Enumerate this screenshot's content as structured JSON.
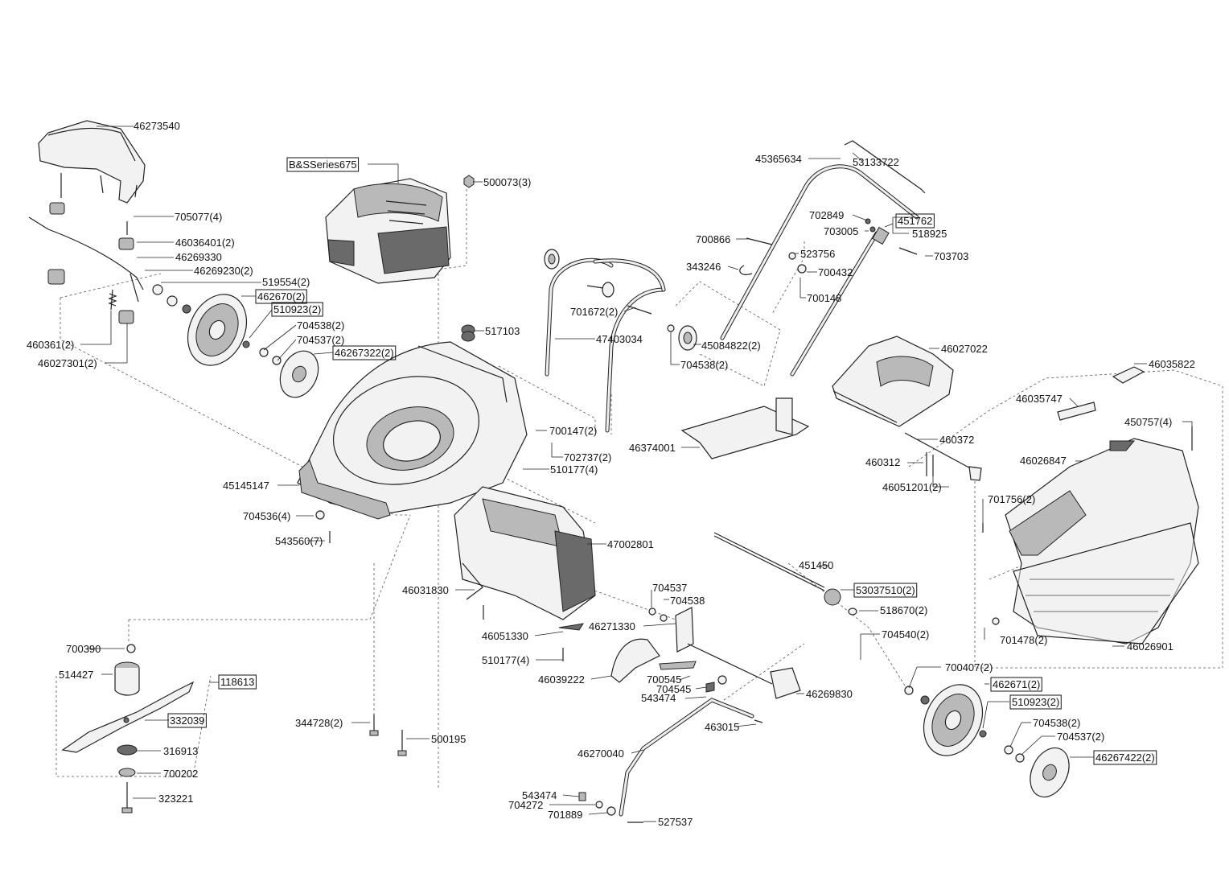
{
  "labels": [
    {
      "text": "46273540",
      "boxed": false
    },
    {
      "text": "B&SSeries675",
      "boxed": true
    },
    {
      "text": "500073(3)",
      "boxed": false
    },
    {
      "text": "705077(4)",
      "boxed": false
    },
    {
      "text": "46036401(2)",
      "boxed": false
    },
    {
      "text": "46269330",
      "boxed": false
    },
    {
      "text": "46269230(2)",
      "boxed": false
    },
    {
      "text": "519554(2)",
      "boxed": false
    },
    {
      "text": "462670(2)",
      "boxed": true
    },
    {
      "text": "510923(2)",
      "boxed": true
    },
    {
      "text": "704538(2)",
      "boxed": false
    },
    {
      "text": "704537(2)",
      "boxed": false
    },
    {
      "text": "46267322(2)",
      "boxed": true
    },
    {
      "text": "460361(2)",
      "boxed": false
    },
    {
      "text": "46027301(2)",
      "boxed": false
    },
    {
      "text": "517103",
      "boxed": false
    },
    {
      "text": "701672(2)",
      "boxed": false
    },
    {
      "text": "47403034",
      "boxed": false
    },
    {
      "text": "45084822(2)",
      "boxed": false
    },
    {
      "text": "704538(2)",
      "boxed": false
    },
    {
      "text": "45365634",
      "boxed": false
    },
    {
      "text": "53133722",
      "boxed": false
    },
    {
      "text": "702849",
      "boxed": false
    },
    {
      "text": "451762",
      "boxed": true
    },
    {
      "text": "703005",
      "boxed": false
    },
    {
      "text": "518925",
      "boxed": false
    },
    {
      "text": "700866",
      "boxed": false
    },
    {
      "text": "523756",
      "boxed": false
    },
    {
      "text": "703703",
      "boxed": false
    },
    {
      "text": "343246",
      "boxed": false
    },
    {
      "text": "700432",
      "boxed": false
    },
    {
      "text": "700148",
      "boxed": false
    },
    {
      "text": "46027022",
      "boxed": false
    },
    {
      "text": "46035822",
      "boxed": false
    },
    {
      "text": "46035747",
      "boxed": false
    },
    {
      "text": "450757(4)",
      "boxed": false
    },
    {
      "text": "700147(2)",
      "boxed": false
    },
    {
      "text": "702737(2)",
      "boxed": false
    },
    {
      "text": "510177(4)",
      "boxed": false
    },
    {
      "text": "46374001",
      "boxed": false
    },
    {
      "text": "460372",
      "boxed": false
    },
    {
      "text": "460312",
      "boxed": false
    },
    {
      "text": "46051201(2)",
      "boxed": false
    },
    {
      "text": "46026847",
      "boxed": false
    },
    {
      "text": "45145147",
      "boxed": false
    },
    {
      "text": "704536(4)",
      "boxed": false
    },
    {
      "text": "543560(7)",
      "boxed": false
    },
    {
      "text": "47002801",
      "boxed": false
    },
    {
      "text": "701756(2)",
      "boxed": false
    },
    {
      "text": "451450",
      "boxed": false
    },
    {
      "text": "46031830",
      "boxed": false
    },
    {
      "text": "704537",
      "boxed": false
    },
    {
      "text": "704538",
      "boxed": false
    },
    {
      "text": "53037510(2)",
      "boxed": true
    },
    {
      "text": "518670(2)",
      "boxed": false
    },
    {
      "text": "46271330",
      "boxed": false
    },
    {
      "text": "46051330",
      "boxed": false
    },
    {
      "text": "700390",
      "boxed": false
    },
    {
      "text": "704540(2)",
      "boxed": false
    },
    {
      "text": "701478(2)",
      "boxed": false
    },
    {
      "text": "46026901",
      "boxed": false
    },
    {
      "text": "514427",
      "boxed": false
    },
    {
      "text": "510177(4)",
      "boxed": false
    },
    {
      "text": "46039222",
      "boxed": false
    },
    {
      "text": "700545",
      "boxed": false
    },
    {
      "text": "704545",
      "boxed": false
    },
    {
      "text": "543474",
      "boxed": false
    },
    {
      "text": "700407(2)",
      "boxed": false
    },
    {
      "text": "118613",
      "boxed": true
    },
    {
      "text": "46269830",
      "boxed": false
    },
    {
      "text": "462671(2)",
      "boxed": true
    },
    {
      "text": "332039",
      "boxed": true
    },
    {
      "text": "510923(2)",
      "boxed": true
    },
    {
      "text": "344728(2)",
      "boxed": false
    },
    {
      "text": "463015",
      "boxed": false
    },
    {
      "text": "704538(2)",
      "boxed": false
    },
    {
      "text": "704537(2)",
      "boxed": false
    },
    {
      "text": "500195",
      "boxed": false
    },
    {
      "text": "316913",
      "boxed": false
    },
    {
      "text": "46270040",
      "boxed": false
    },
    {
      "text": "46267422(2)",
      "boxed": true
    },
    {
      "text": "700202",
      "boxed": false
    },
    {
      "text": "323221",
      "boxed": false
    },
    {
      "text": "543474",
      "boxed": false
    },
    {
      "text": "704272",
      "boxed": false
    },
    {
      "text": "701889",
      "boxed": false
    },
    {
      "text": "527537",
      "boxed": false
    }
  ]
}
